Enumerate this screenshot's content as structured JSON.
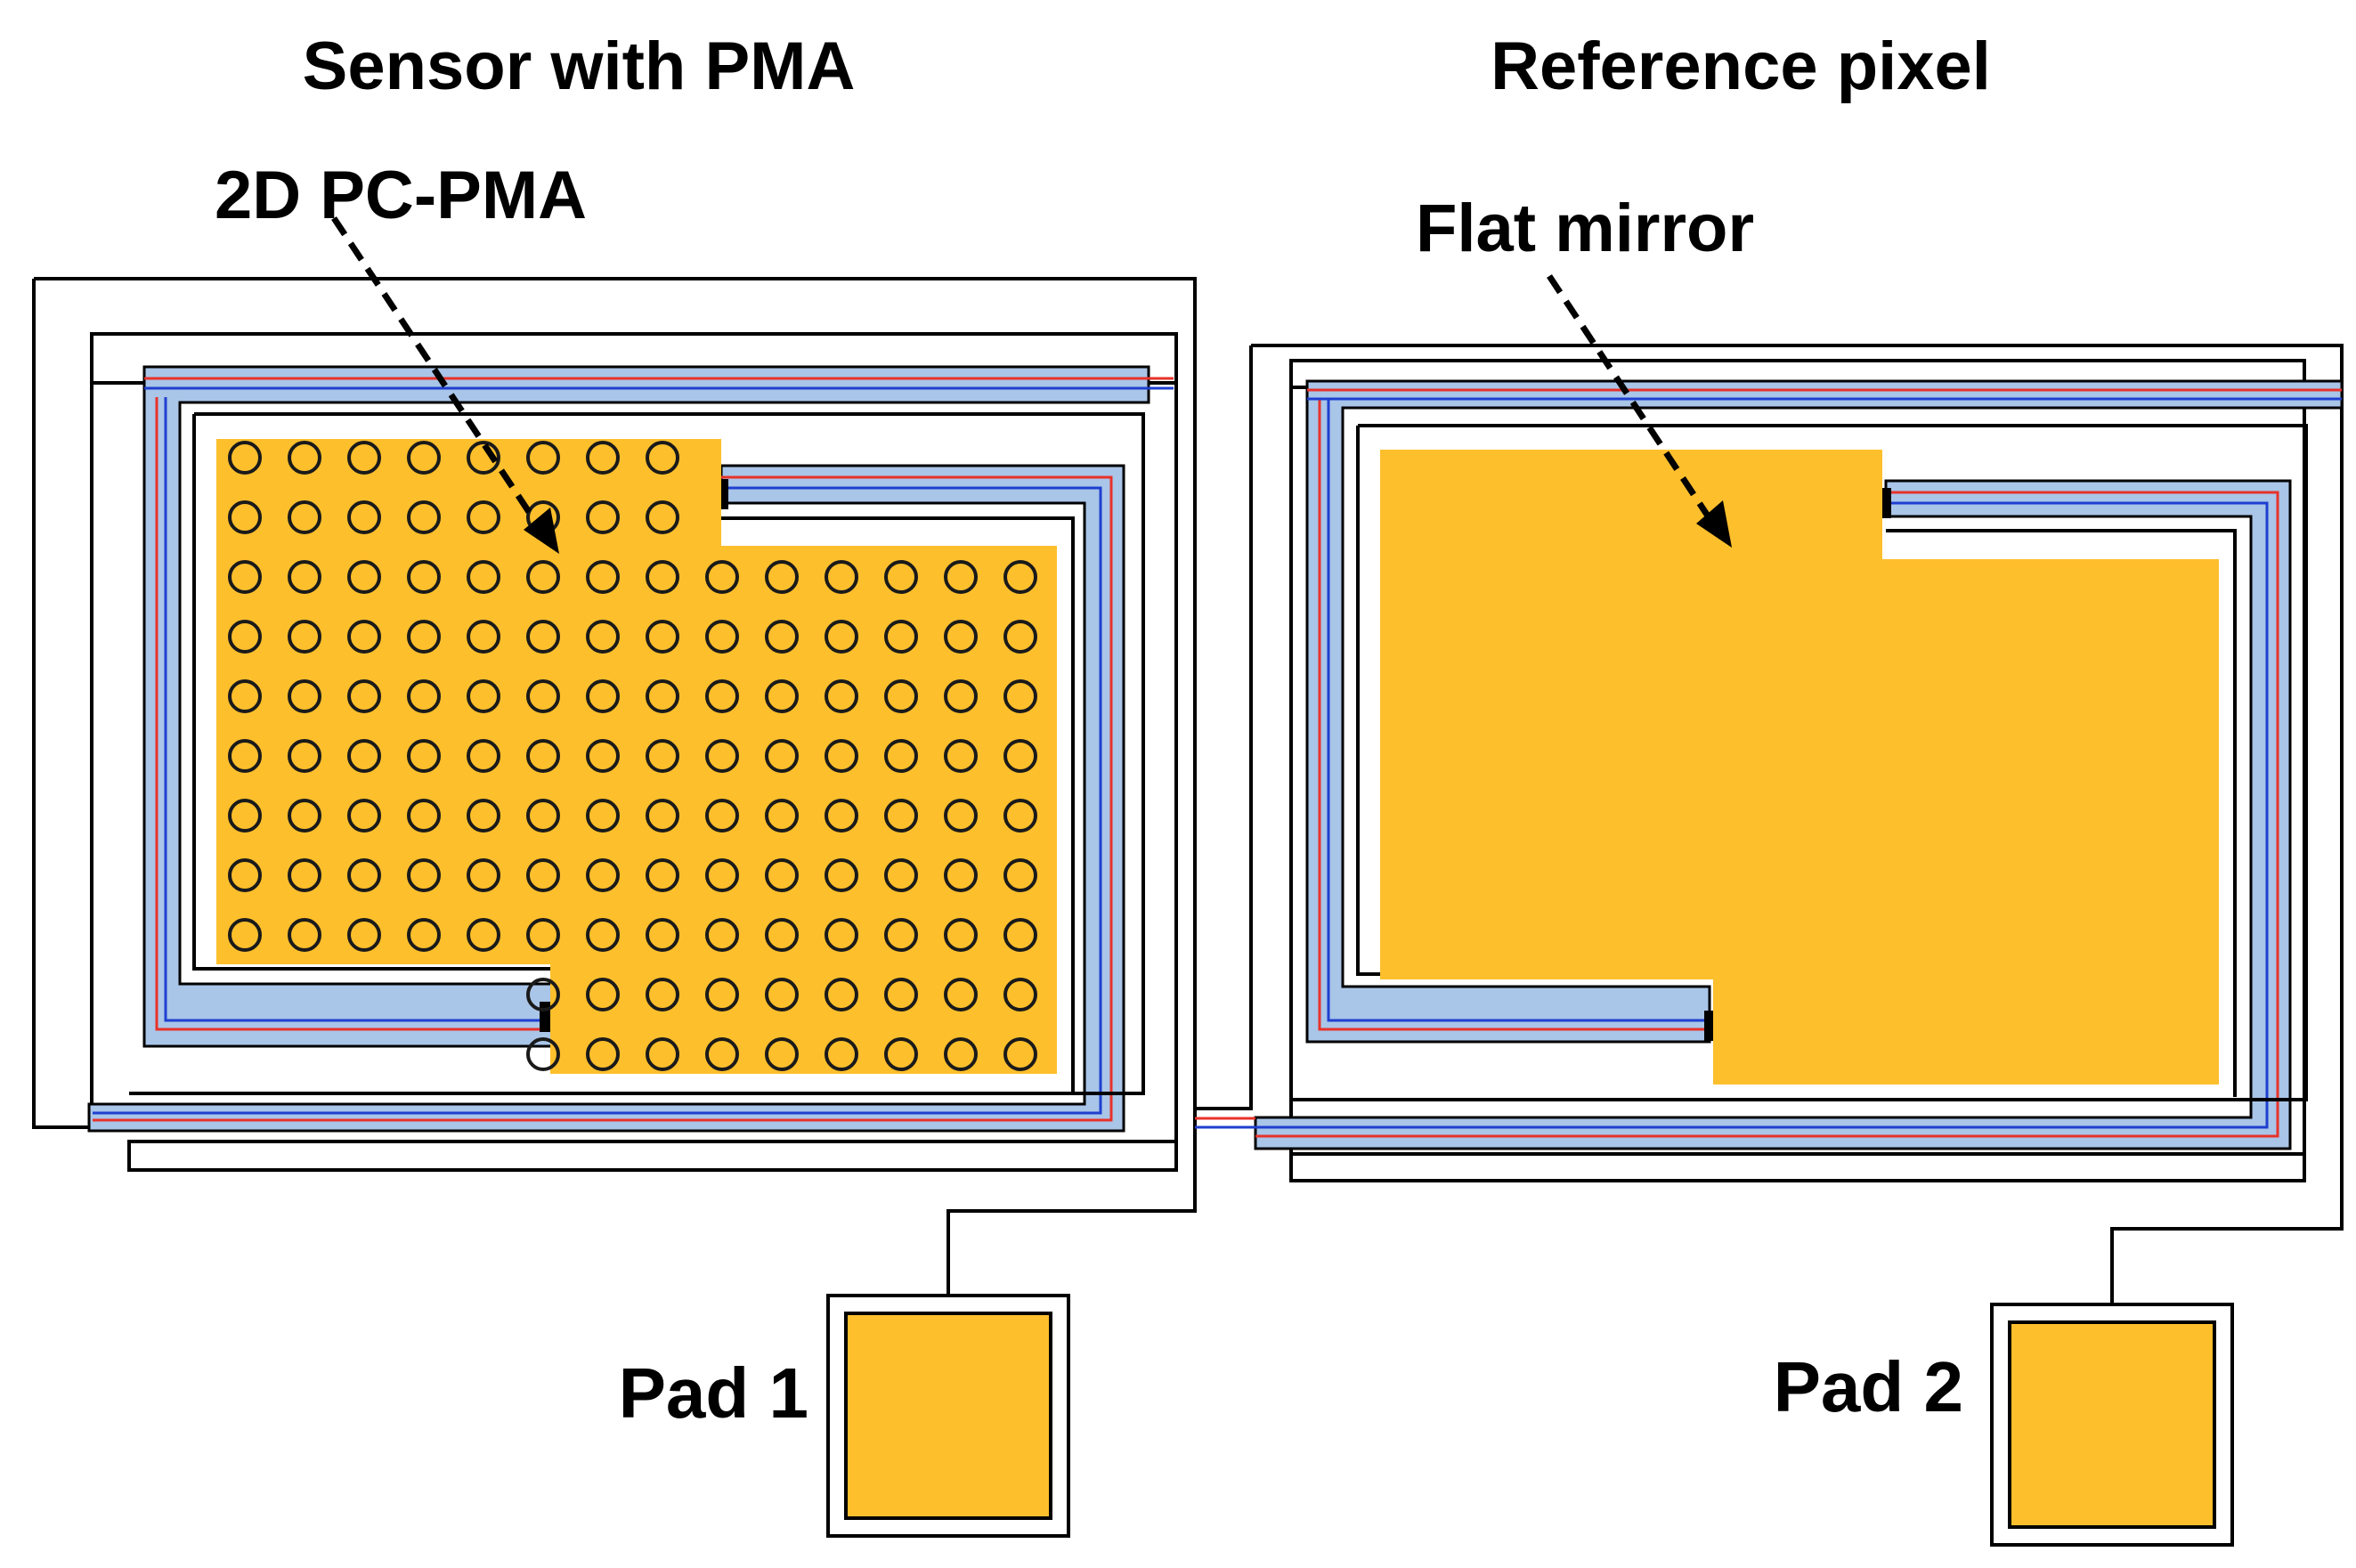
{
  "labels": {
    "left_title": "Sensor with PMA",
    "right_title": "Reference pixel",
    "pma_annotation": "2D PC-PMA",
    "mirror_annotation": "Flat mirror",
    "pad1": "Pad 1",
    "pad2": "Pad 2"
  },
  "colors": {
    "gold": "#FDBF2C",
    "leg_blue": "#A9C5E8",
    "line_blue": "#1F3FD0",
    "line_red": "#E8322A",
    "outline": "#000000",
    "background": "#FFFFFF"
  },
  "pma_grid": {
    "upper_block": {
      "rows": 2,
      "cols": 8
    },
    "middle_block": {
      "rows": 7,
      "cols": 14
    },
    "lower_block": {
      "rows": 2,
      "cols": 9
    }
  }
}
